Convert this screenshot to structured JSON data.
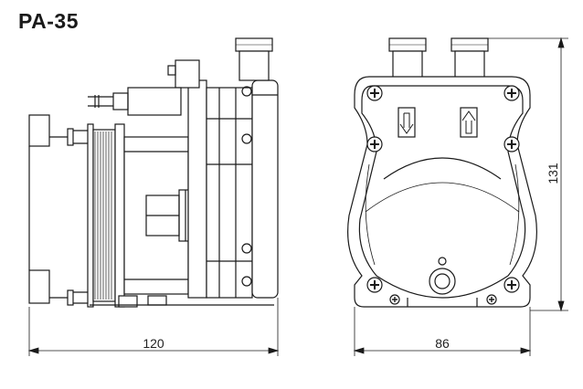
{
  "title": "PA-35",
  "dimensions": {
    "side_width": "120",
    "front_width": "86",
    "front_height": "131"
  },
  "flow_arrows": [
    "down",
    "up"
  ]
}
